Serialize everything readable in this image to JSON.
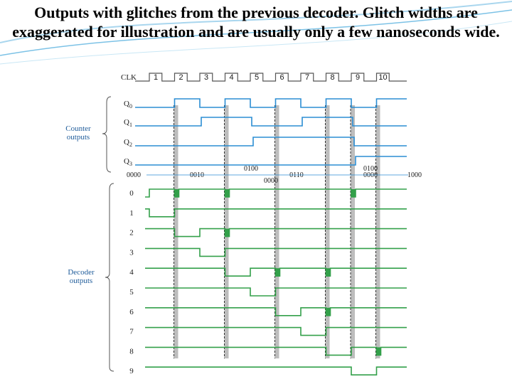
{
  "title": "Outputs with glitches from the previous decoder. Glitch widths are exaggerated for illustration and are usually only a few nanoseconds wide.",
  "colors": {
    "counter_wave": "#2b8ed4",
    "decoder_wave": "#33a04a",
    "clock_wave": "#555555",
    "group_label": "#1f5c9a",
    "glitch_band": "#bdbdbd",
    "swoosh": "#a9d6ee"
  },
  "clock": {
    "label": "CLK",
    "pulses": [
      "1",
      "2",
      "3",
      "4",
      "5",
      "6",
      "7",
      "8",
      "9",
      "10"
    ]
  },
  "counter": {
    "group_label": [
      "Counter",
      "outputs"
    ],
    "signals": [
      {
        "label": "Q",
        "sub": "0"
      },
      {
        "label": "Q",
        "sub": "1"
      },
      {
        "label": "Q",
        "sub": "2"
      },
      {
        "label": "Q",
        "sub": "3"
      }
    ]
  },
  "states": [
    {
      "text": "0000",
      "row": 1
    },
    {
      "text": "0010",
      "row": 1
    },
    {
      "text": "0100",
      "row": 0
    },
    {
      "text": "0000",
      "row": 2
    },
    {
      "text": "0110",
      "row": 1
    },
    {
      "text": "0100",
      "row": 0
    },
    {
      "text": "0000",
      "row": 1
    },
    {
      "text": "1000",
      "row": 1
    }
  ],
  "decoder": {
    "group_label": [
      "Decoder",
      "outputs"
    ],
    "outputs": [
      "0",
      "1",
      "2",
      "3",
      "4",
      "5",
      "6",
      "7",
      "8",
      "9"
    ]
  },
  "glitches": [
    {
      "after_pulse": 1,
      "outputs": [
        "0"
      ]
    },
    {
      "after_pulse": 3,
      "outputs": [
        "0",
        "2"
      ]
    },
    {
      "after_pulse": 5,
      "outputs": [
        "4"
      ]
    },
    {
      "after_pulse": 7,
      "outputs": [
        "4",
        "6"
      ]
    },
    {
      "after_pulse": 8,
      "outputs": [
        "0"
      ]
    },
    {
      "after_pulse": 9,
      "outputs": [
        "8"
      ]
    }
  ]
}
